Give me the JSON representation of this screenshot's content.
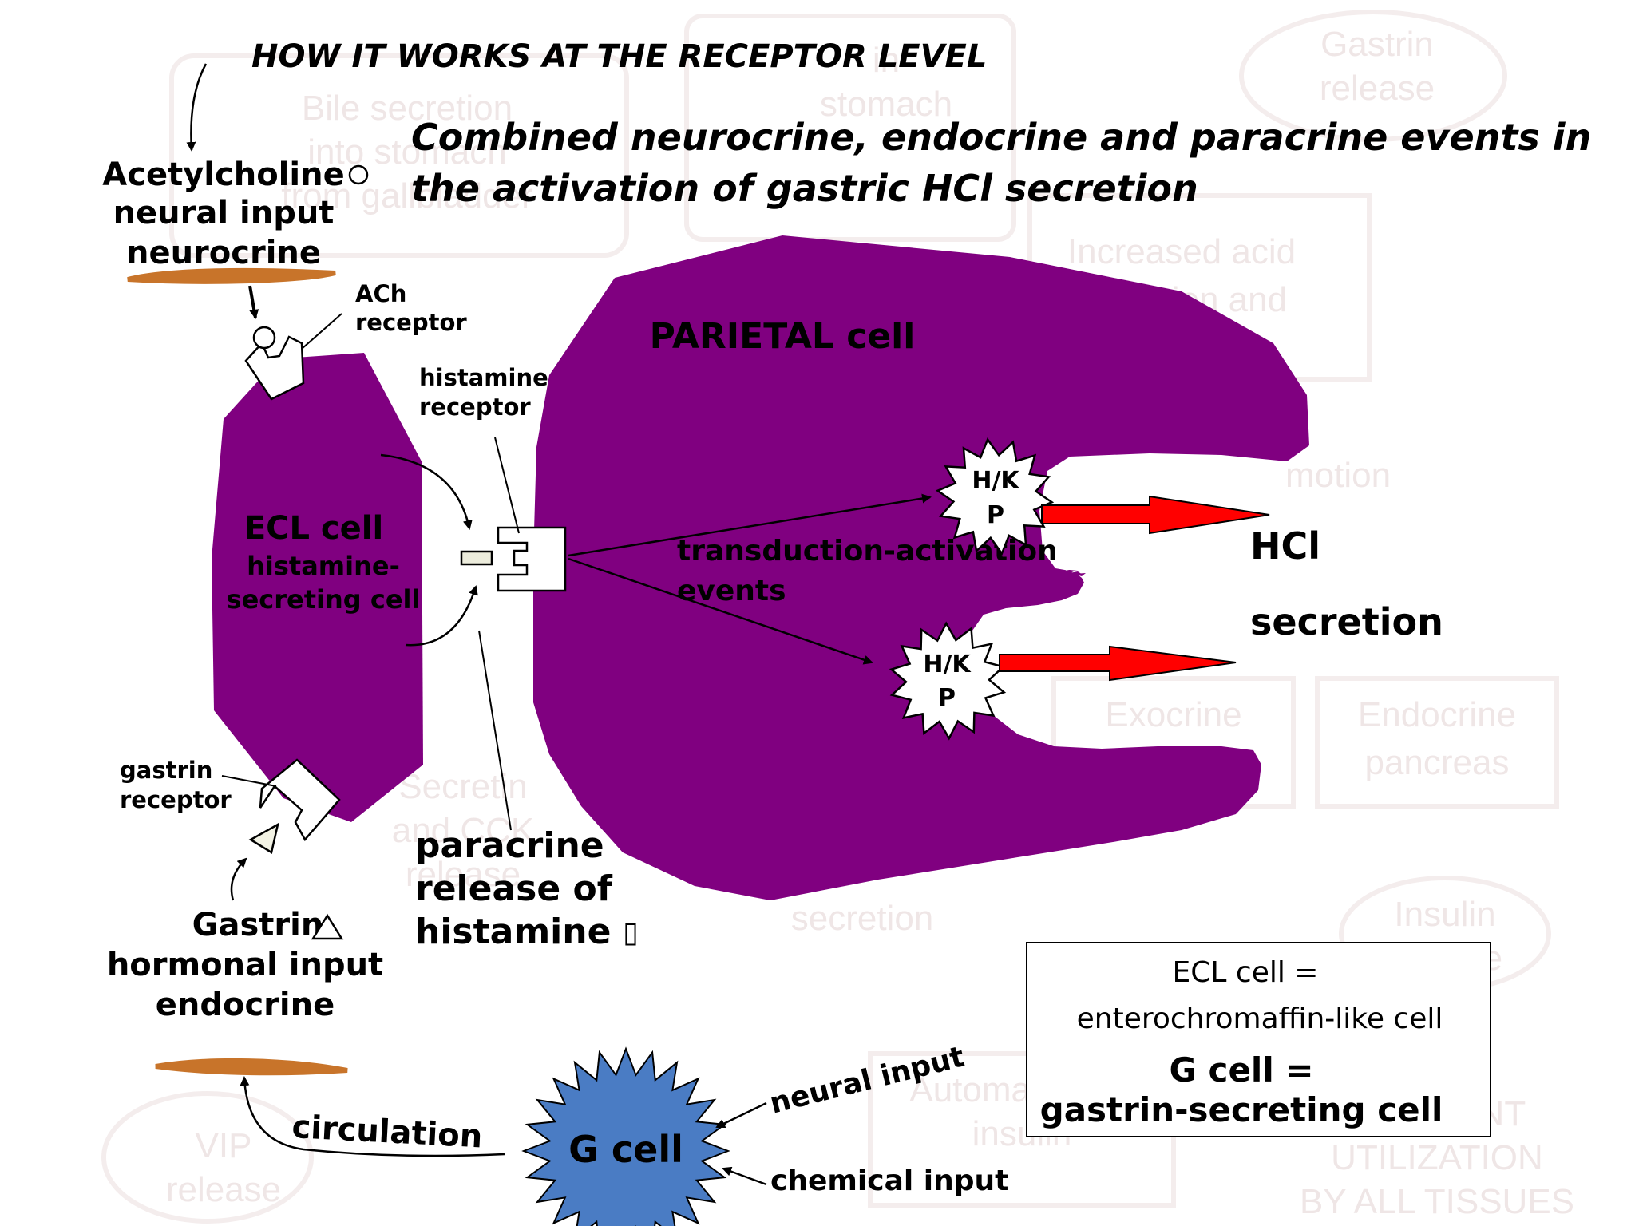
{
  "title": "HOW IT WORKS AT THE RECEPTOR LEVEL",
  "subtitle_line1": "Combined neurocrine, endocrine and paracrine events in",
  "subtitle_line2": "the activation of gastric HCl secretion",
  "ach": {
    "line1": "Acetylcholine",
    "line2": "neural input",
    "line3": "neurocrine"
  },
  "ach_receptor": {
    "line1": "ACh",
    "line2": "receptor"
  },
  "histamine_receptor": {
    "line1": "histamine",
    "line2": "receptor"
  },
  "ecl_cell": {
    "line1": "ECL cell",
    "line2": "histamine-",
    "line3": "secreting cell"
  },
  "parietal_cell": "PARIETAL cell",
  "transduction": {
    "line1": "transduction-activation",
    "line2": "events"
  },
  "hkp": {
    "line1": "H/K",
    "line2": "P"
  },
  "hcl": "HCl",
  "secretion": "secretion",
  "gastrin_receptor": {
    "line1": "gastrin",
    "line2": "receptor"
  },
  "paracrine": {
    "line1": "paracrine",
    "line2": "release of",
    "line3": "histamine",
    "glyph": "▯"
  },
  "gastrin": {
    "line1": "Gastrin",
    "line2": "hormonal input",
    "line3": "endocrine"
  },
  "circulation": "circulation",
  "g_cell": "G cell",
  "neural_input": "neural input",
  "chemical_input": "chemical input",
  "legend": {
    "line1": "ECL cell  =",
    "line2": "enterochromaffin-like cell",
    "line3": "G cell  =",
    "line4": "gastrin-secreting cell"
  },
  "background_faded": {
    "gastrin_release_1": "Gastrin",
    "gastrin_release_2": "release",
    "bile_1": "Bile secretion",
    "bile_2": "into stomach",
    "bile_3": "from gallbladder",
    "stomach_1": "in",
    "stomach_2": "stomach",
    "acid_1": "Increased acid",
    "acid_2": "secretion and",
    "exocrine": "Exocrine",
    "endocrine_1": "Endocrine",
    "endocrine_2": "pancreas",
    "insulin_1": "Insulin",
    "insulin_2": "release",
    "nutrient_1": "NUTRIENT",
    "nutrient_2": "UTILIZATION",
    "nutrient_3": "BY ALL TISSUES",
    "vip_1": "VIP",
    "vip_2": "release",
    "secretin_1": "Secretin",
    "secretin_2": "and CCK",
    "secretin_3": "release",
    "secretion_faded": "secretion",
    "automatic_1": "Automatic and",
    "automatic_2": "insulin",
    "motion": "motion"
  },
  "colors": {
    "cell_purple": "#800080",
    "orange_bar": "#c8742a",
    "arrow_red": "#ff0000",
    "g_cell_blue": "#4a7cc4",
    "receptor_fill": "#ffffff"
  }
}
